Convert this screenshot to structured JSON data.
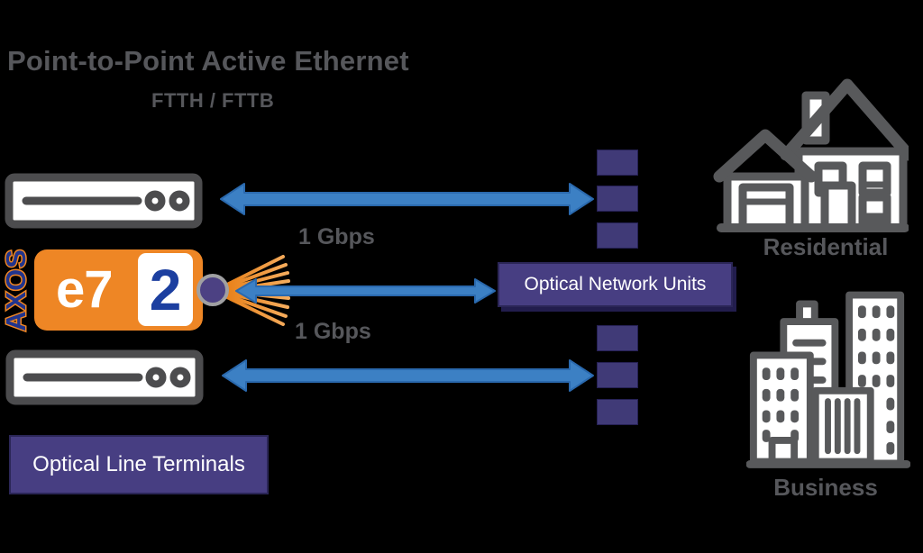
{
  "title": "Point-to-Point Active Ethernet",
  "subtitle": "FTTH / FTTB",
  "brand": {
    "axos": "AXOS",
    "platform": "e7",
    "card_number": "2"
  },
  "links": {
    "speeds": [
      "1 Gbps",
      "1 Gbps"
    ]
  },
  "nodes": {
    "olt_label": "Optical Line Terminals",
    "onu_label": "Optical Network Units"
  },
  "endpoints": {
    "residential_label": "Residential",
    "business_label": "Business"
  },
  "colors": {
    "background": "#000000",
    "heading_gray": "#56575B",
    "icon_gray": "#4C4C4E",
    "arrow_blue": "#3C80C4",
    "arrow_blue_outline": "#2A69AE",
    "node_purple": "#473E82",
    "square_purple": "#403A77",
    "brand_orange": "#EE8625",
    "brand_navy": "#20348D",
    "card_blue": "#1C3FA0",
    "fiber_orange": "#EF8C26",
    "connector_purple": "#4C4183"
  }
}
